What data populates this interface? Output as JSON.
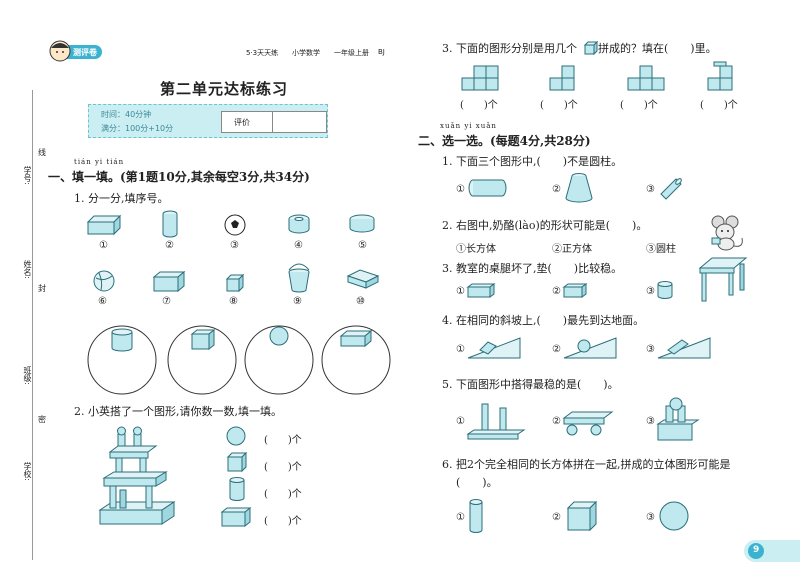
{
  "margin": {
    "student_id": "学号:",
    "seal_1": "线",
    "name": "姓名:",
    "seal_2": "封",
    "class": "班级:",
    "seal_3": "密",
    "school": "学校:"
  },
  "header": {
    "badge": "测评卷",
    "series": "5·3天天练",
    "subject": "小学数学",
    "grade": "一年级上册",
    "edition": "BJ"
  },
  "title": "第二单元达标练习",
  "info": {
    "time": "时间：40分钟",
    "score": "满分：100分+10分",
    "eval_label": "评价"
  },
  "section1": {
    "pinyin": "tián yi tián",
    "heading": "一、填一填。(第1题10分,其余每空3分,共34分)"
  },
  "q1": {
    "text": "1. 分一分,填序号。",
    "labels": [
      "①",
      "②",
      "③",
      "④",
      "⑤",
      "⑥",
      "⑦",
      "⑧",
      "⑨",
      "⑩"
    ]
  },
  "q2": {
    "text": "2. 小英搭了一个图形,请你数一数,填一填。",
    "blanks": [
      "(　　)个",
      "(　　)个",
      "(　　)个",
      "(　　)个"
    ]
  },
  "q3": {
    "text": "3. 下面的图形分别是用几个",
    "text2": "拼成的？填在(　　)里。",
    "blanks": [
      "(　　)个",
      "(　　)个",
      "(　　)个",
      "(　　)个"
    ]
  },
  "section2": {
    "pinyin": "xuǎn yi xuǎn",
    "heading": "二、选一选。(每题4分,共28分)"
  },
  "m1": {
    "text": "1. 下面三个图形中,(　　)不是圆柱。"
  },
  "m2": {
    "text": "2. 右图中,奶酪(lào)的形状可能是(　　)。",
    "options": [
      "①长方体",
      "②正方体",
      "③圆柱"
    ]
  },
  "m3": {
    "text": "3. 教室的桌腿坏了,垫(　　)比较稳。"
  },
  "m4": {
    "text": "4. 在相同的斜坡上,(　　)最先到达地面。"
  },
  "m5": {
    "text": "5. 下面图形中搭得最稳的是(　　)。"
  },
  "m6": {
    "text": "6. 把2个完全相同的长方体拼在一起,拼成的立体图形可能是",
    "text2": "(　　)。"
  },
  "choice_labels": [
    "①",
    "②",
    "③"
  ],
  "page_number": "9",
  "colors": {
    "accent": "#2aa6c6",
    "fill": "#bfe8ef",
    "stroke": "#2b6f7a"
  }
}
